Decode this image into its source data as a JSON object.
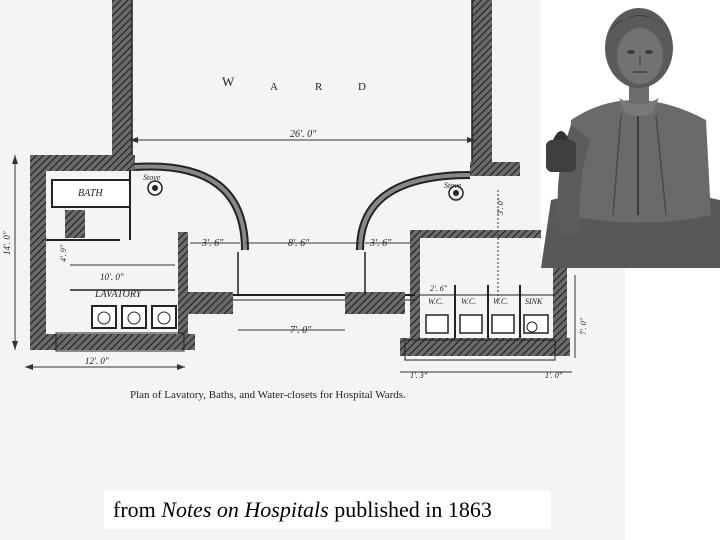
{
  "plan": {
    "room_ward_letters": [
      "W",
      "A",
      "R",
      "D"
    ],
    "room_bath": "BATH",
    "room_lavatory": "LAVATORY",
    "stove_left": "Stove",
    "stove_right": "Stove",
    "wc_labels": [
      "W.C.",
      "W.C.",
      "W.C."
    ],
    "sink_label": "SINK",
    "dims": {
      "ward_width": "26'. 0\"",
      "door_left": "3'. 6\"",
      "corridor": "8'. 6\"",
      "door_right": "3'. 6\"",
      "lav_width": "10'. 0\"",
      "lav_depth": "14'. 0\"",
      "lav_height": "4'. 9\"",
      "lobby": "7'. 0\"",
      "total_width": "12'. 0\"",
      "wc_width": "2'. 6\"",
      "wc_side": "3'. 0\"",
      "small_lobby": "7'. 0\"",
      "left_bot": "1'. 3\"",
      "right_bot": "1'. 0\""
    },
    "printed_caption": "Plan of Lavatory, Baths, and Water-closets for Hospital Wards."
  },
  "caption": {
    "prefix": "from ",
    "title": "Notes on Hospitals",
    "suffix": " published in 1863"
  }
}
